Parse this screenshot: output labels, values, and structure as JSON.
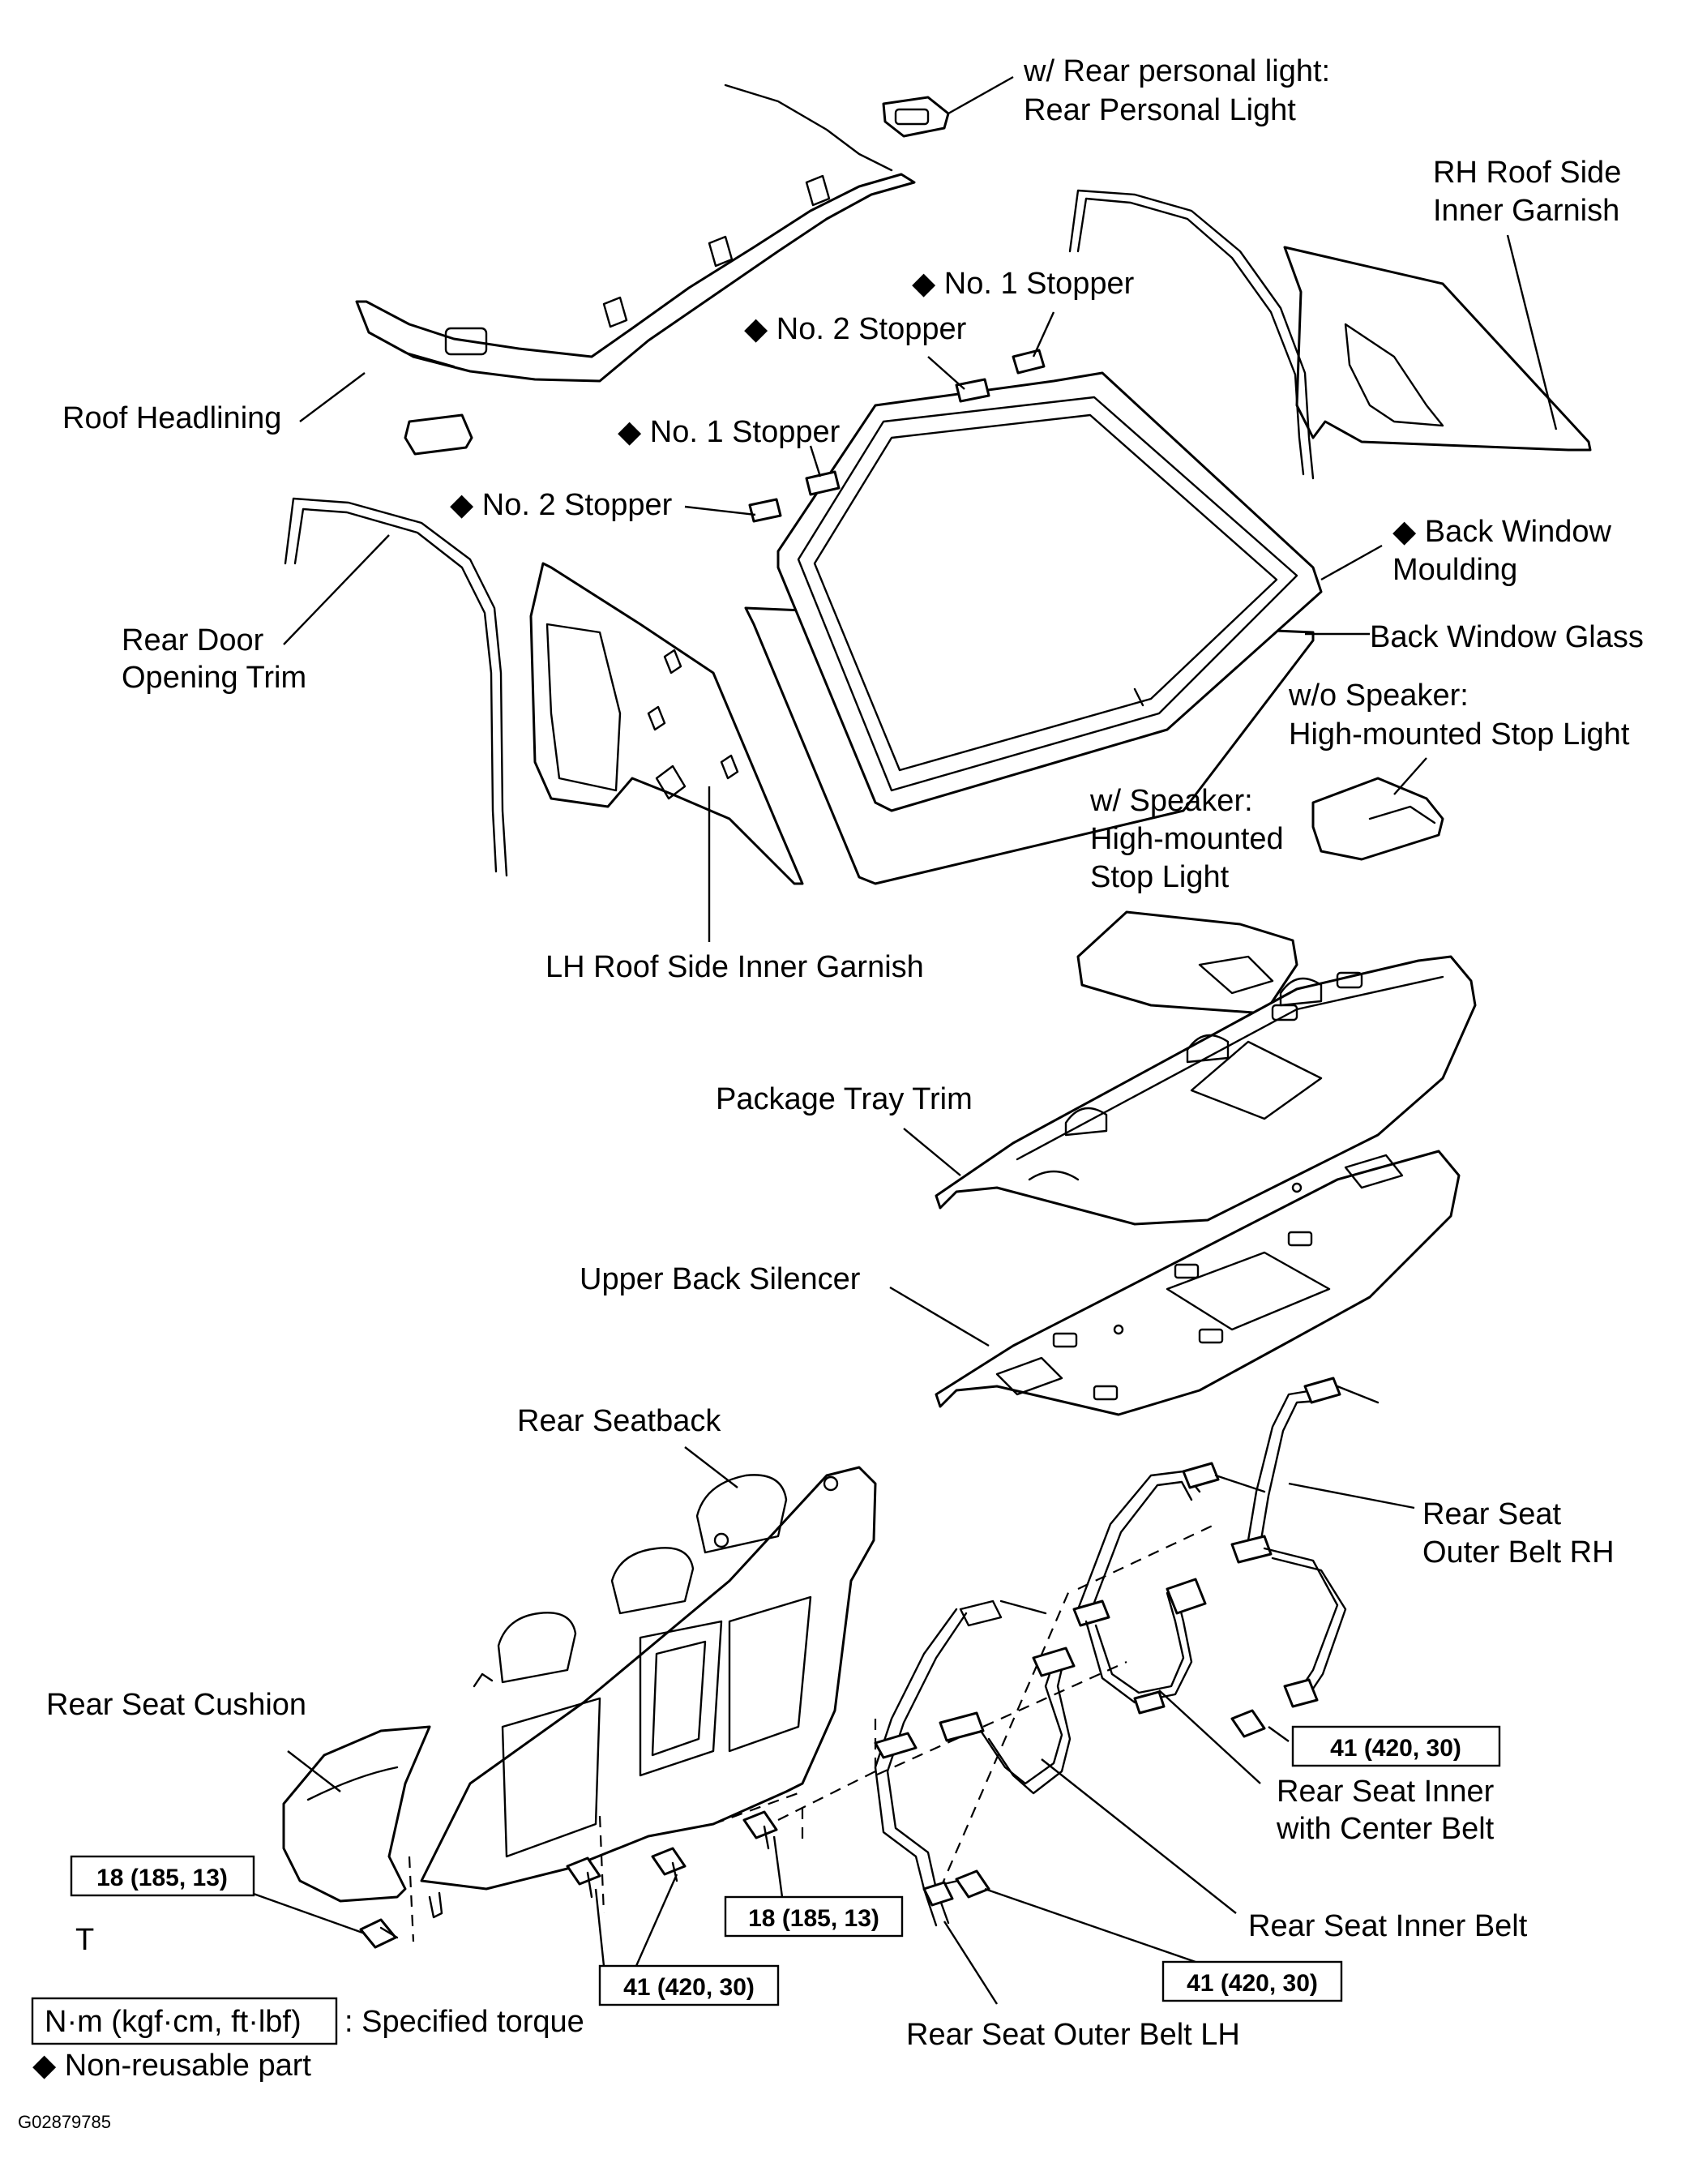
{
  "labels": {
    "rear_personal_light_line1": "w/ Rear personal light:",
    "rear_personal_light_line2": "Rear Personal Light",
    "rh_roof_garnish_line1": "RH Roof Side",
    "rh_roof_garnish_line2": "Inner Garnish",
    "no1_stopper_upper": "◆ No. 1 Stopper",
    "no2_stopper_upper": "◆ No. 2 Stopper",
    "roof_headlining": "Roof Headlining",
    "no1_stopper_lower": "◆ No. 1 Stopper",
    "no2_stopper_lower": "◆ No. 2 Stopper",
    "back_window_moulding_line1": "◆ Back Window",
    "back_window_moulding_line2": "Moulding",
    "rear_door_trim_line1": "Rear Door",
    "rear_door_trim_line2": "Opening Trim",
    "back_window_glass": "Back Window Glass",
    "wo_speaker_line1": "w/o Speaker:",
    "wo_speaker_line2": "High-mounted  Stop Light",
    "w_speaker_line1": "w/ Speaker:",
    "w_speaker_line2": "High-mounted",
    "w_speaker_line3": "Stop Light",
    "lh_roof_garnish": "LH Roof Side Inner Garnish",
    "package_tray_trim": "Package Tray Trim",
    "upper_back_silencer": "Upper Back Silencer",
    "rear_seatback": "Rear Seatback",
    "outer_belt_rh_line1": "Rear Seat",
    "outer_belt_rh_line2": "Outer Belt RH",
    "rear_seat_cushion": "Rear Seat Cushion",
    "inner_center_belt_line1": "Rear Seat Inner",
    "inner_center_belt_line2": "with Center Belt",
    "rear_seat_inner_belt": "Rear Seat Inner Belt",
    "outer_belt_lh": "Rear Seat Outer Belt LH",
    "t_mark": "T"
  },
  "torques": {
    "rh_belt_anchor": "41 (420, 30)",
    "cushion_bolt": "18 (185, 13)",
    "seatback_bolt": "18 (185, 13)",
    "center_bolts": "41 (420, 30)",
    "lh_belt_anchor": "41 (420, 30)"
  },
  "legend": {
    "torque_unit": "N·m (kgf·cm, ft·lbf)",
    "torque_desc": ": Specified torque",
    "nonreusable": "◆ Non-reusable part"
  },
  "figure_code": "G02879785"
}
